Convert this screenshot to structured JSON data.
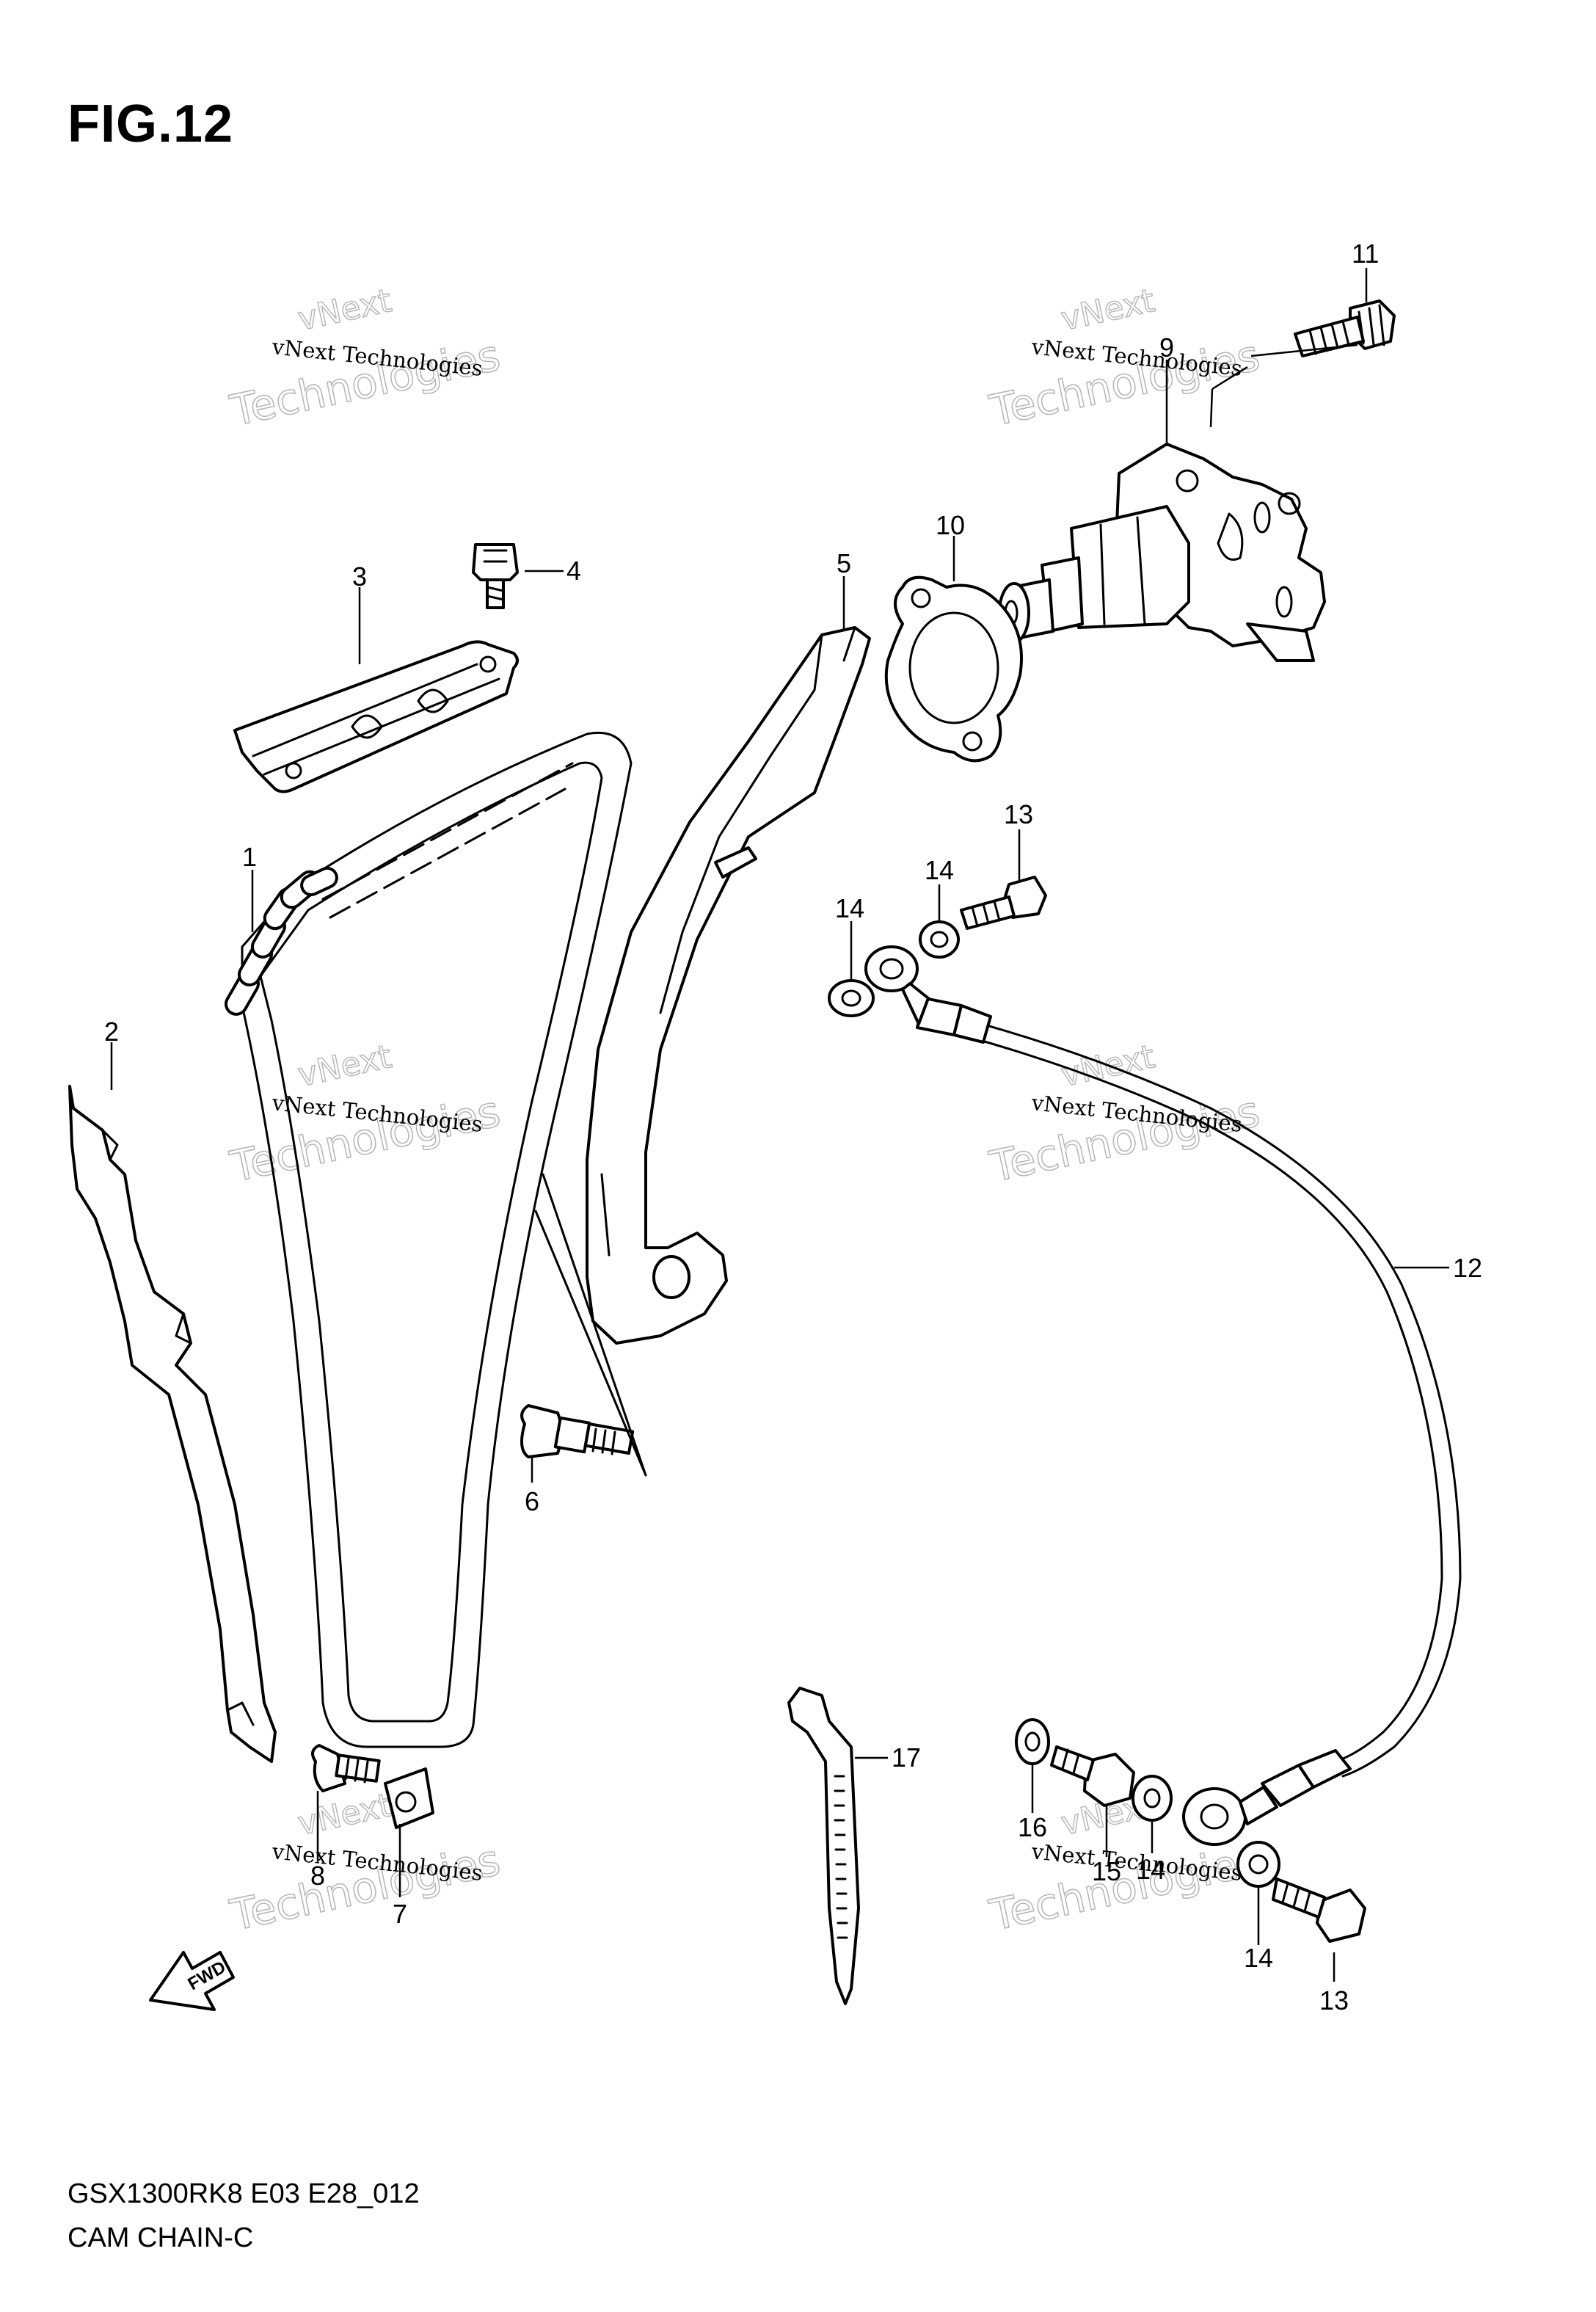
{
  "figure": {
    "title": "FIG.12",
    "model_code": "GSX1300RK8 E03 E28_012",
    "section": "CAM CHAIN-C"
  },
  "watermark": {
    "line": "vNext Technologies",
    "big": "Technologies",
    "top": "vNext"
  },
  "callouts": [
    "1",
    "2",
    "3",
    "4",
    "5",
    "6",
    "7",
    "8",
    "9",
    "10",
    "11",
    "12",
    "13",
    "13",
    "14",
    "14",
    "14",
    "14",
    "15",
    "16",
    "17"
  ],
  "direction_marker": "FWD"
}
